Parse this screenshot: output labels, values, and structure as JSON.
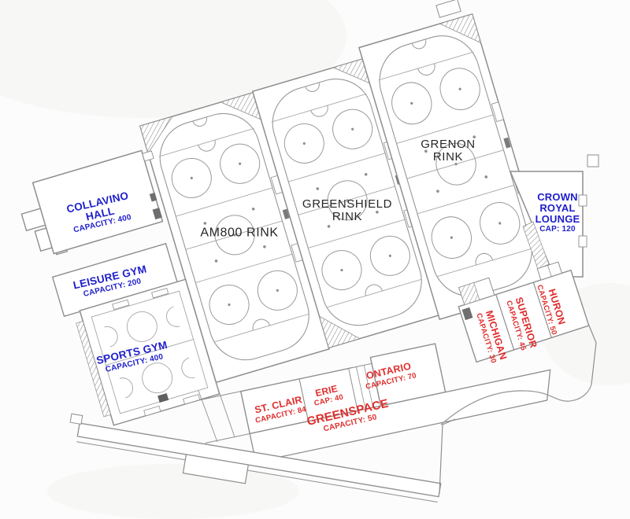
{
  "colors": {
    "room_blue": "#1e1ecb",
    "room_red": "#e12d2d",
    "rink_black": "#262626",
    "wall_gray": "#8e8e8e",
    "background": "#fcfcfc"
  },
  "rinks": {
    "am800": {
      "name": "AM800 RINK"
    },
    "greenshield": {
      "name": "GREENSHIELD RINK"
    },
    "grenon": {
      "name": "GRENON RINK"
    }
  },
  "halls": {
    "collavino": {
      "name": "COLLAVINO HALL",
      "capacity": "CAPACITY: 400"
    },
    "leisure_gym": {
      "name": "LEISURE GYM",
      "capacity": "CAPACITY: 200"
    },
    "sports_gym": {
      "name": "SPORTS GYM",
      "capacity": "CAPACITY: 400"
    },
    "crown_royal": {
      "name": "CROWN ROYAL LOUNGE",
      "capacity": "CAP: 120"
    }
  },
  "rooms": {
    "huron": {
      "name": "HURON",
      "capacity": "CAPACITY: 50"
    },
    "superior": {
      "name": "SUPERIOR",
      "capacity": "CAPACITY: 45"
    },
    "michigan": {
      "name": "MICHIGAN",
      "capacity": "CAPACITY: 30"
    },
    "ontario": {
      "name": "ONTARIO",
      "capacity": "CAPACITY: 70"
    },
    "erie": {
      "name": "ERIE",
      "capacity": "CAP: 40"
    },
    "st_clair": {
      "name": "ST. CLAIR",
      "capacity": "CAPACITY: 84"
    },
    "greenspace": {
      "name": "GREENSPACE",
      "capacity": "CAPACITY: 50"
    }
  }
}
